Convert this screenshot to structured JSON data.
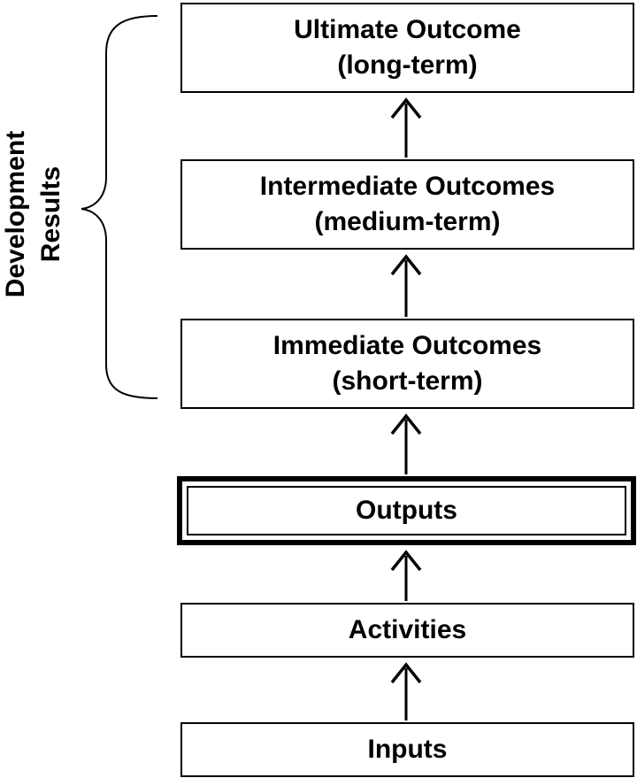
{
  "side_label": {
    "line1": "Development",
    "line2": "Results"
  },
  "boxes": {
    "ultimate": {
      "line1": "Ultimate Outcome",
      "line2": "(long-term)"
    },
    "intermediate": {
      "line1": "Intermediate Outcomes",
      "line2": "(medium-term)"
    },
    "immediate": {
      "line1": "Immediate Outcomes",
      "line2": "(short-term)"
    },
    "outputs": {
      "label": "Outputs"
    },
    "activities": {
      "label": "Activities"
    },
    "inputs": {
      "label": "Inputs"
    }
  }
}
